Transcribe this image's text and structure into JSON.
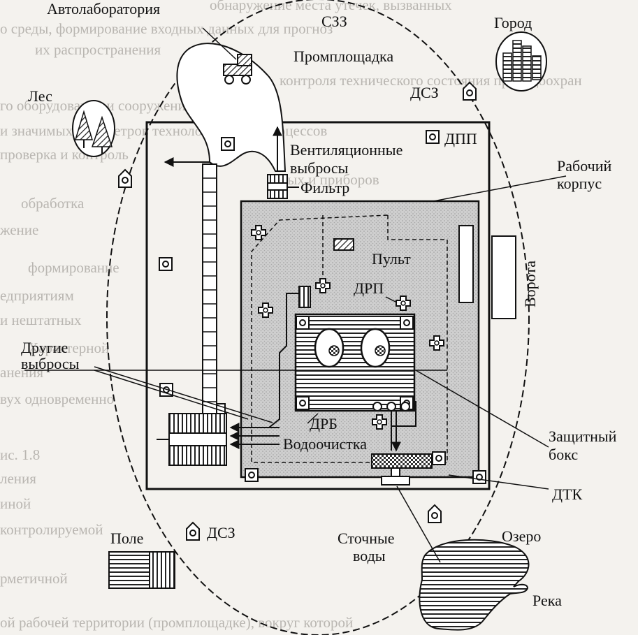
{
  "labels": {
    "avtolab": "Автолаборатория",
    "szz": "СЗЗ",
    "gorod": "Город",
    "promploshchadka": "Промплощадка",
    "les": "Лес",
    "dsz_top": "ДСЗ",
    "dpp": "ДПП",
    "vent1": "Вентиляционные",
    "vent2": "выбросы",
    "rabochiy1": "Рабочий",
    "rabochiy2": "корпус",
    "filtr": "Фильтр",
    "pult": "Пульт",
    "vorota": "Ворота",
    "drp": "ДРП",
    "drugie1": "Другие",
    "drugie2": "выбросы",
    "drb": "ДРБ",
    "vodoochistka": "Водоочистка",
    "zashchitny1": "Защитный",
    "zashchitny2": "бокс",
    "dtk": "ДТК",
    "pole": "Поле",
    "dsz_bottom": "ДСЗ",
    "ozero": "Озеро",
    "stochnye1": "Сточные",
    "stochnye2": "воды",
    "reka": "Река"
  },
  "background_text": [
    "обнаружение места утечек, вызванных",
    "о среды, формирование входных данных для прогноз",
    "их распространения",
    "контроля технического состояния природоохран",
    "го оборудования и сооружений а также",
    "и значимых параметров технологических процессов",
    "проверка и контроль",
    "ных и приборов",
    "обработка",
    "жение",
    "формирование",
    "едприятиям",
    "и нештатных",
    "Характерной",
    "анения",
    "вух одновременно",
    "ис. 1.8",
    "ления",
    "иной",
    "контролируемой",
    "рметичной",
    "ой рабочей территории (промплощадке), вокруг которой"
  ],
  "colors": {
    "line": "#111111",
    "hatch": "#222222",
    "fill_gray": "#c9c9c9"
  }
}
